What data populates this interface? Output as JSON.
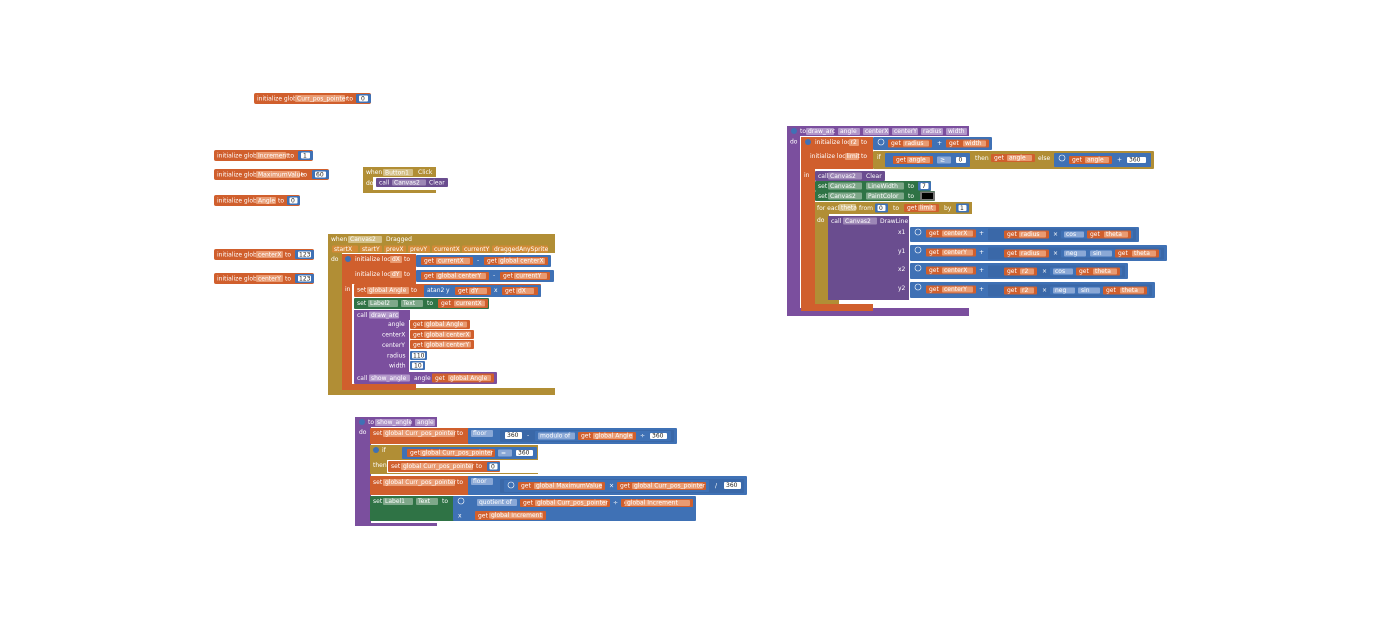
{
  "globals": [
    {
      "init": "initialize global",
      "name": "Curr_pos_pointer",
      "to": "to",
      "value": "0"
    },
    {
      "init": "initialize global",
      "name": "Increment",
      "to": "to",
      "value": "1"
    },
    {
      "init": "initialize global",
      "name": "MaximumValue",
      "to": "to",
      "value": "60"
    },
    {
      "init": "initialize global",
      "name": "Angle",
      "to": "to",
      "value": "0"
    },
    {
      "init": "initialize global",
      "name": "centerX",
      "to": "to",
      "value": "123"
    },
    {
      "init": "initialize global",
      "name": "centerY",
      "to": "to",
      "value": "123"
    }
  ],
  "button_click": {
    "when": "when",
    "component": "Button1",
    "event": "Click",
    "do": "do",
    "call": "call",
    "target": "Canvas2",
    "method": "Clear"
  },
  "dragged": {
    "when": "when",
    "component": "Canvas2",
    "event": "Dragged",
    "params": [
      "startX",
      "startY",
      "prevX",
      "prevY",
      "currentX",
      "currentY",
      "draggedAnySprite"
    ],
    "do": "do",
    "in": "in",
    "init_dX": {
      "label": "initialize local",
      "name": "dX",
      "to": "to",
      "get1": "currentX",
      "op": "-",
      "get2": "global centerX"
    },
    "init_dY": {
      "label": "initialize local",
      "name": "dY",
      "to": "to",
      "get1": "global centerY",
      "op": "-",
      "get2": "currentY"
    },
    "set_angle": {
      "set": "set",
      "name": "global Angle",
      "to": "to",
      "fn": "atan2",
      "y": "y",
      "x": "x",
      "gety": "dY",
      "getx": "dX"
    },
    "set_label": {
      "set": "set",
      "comp": "Label2",
      "prop": "Text",
      "to": "to",
      "get": "currentX"
    },
    "call_draw": {
      "call": "call",
      "proc": "draw_arc",
      "args": [
        {
          "k": "angle",
          "get": "global Angle"
        },
        {
          "k": "centerX",
          "get": "global centerX"
        },
        {
          "k": "centerY",
          "get": "global centerY"
        },
        {
          "k": "radius",
          "num": "110"
        },
        {
          "k": "width",
          "num": "10"
        }
      ]
    },
    "call_show": {
      "call": "call",
      "proc": "show_angle",
      "k": "angle",
      "get": "global Angle"
    }
  },
  "show_angle": {
    "to": "to",
    "proc": "show_angle",
    "param": "angle",
    "do": "do",
    "s1": {
      "set": "set",
      "name": "global Curr_pos_pointer",
      "to": "to",
      "fn": "floor",
      "n1": "360",
      "op": "-",
      "mod": "modulo of",
      "get": "global Angle",
      "div": "÷",
      "n2": "360"
    },
    "if": {
      "if": "if",
      "get": "global Curr_pos_pointer",
      "cmp": "=",
      "n": "360",
      "then": "then",
      "set": "set",
      "name": "global Curr_pos_pointer",
      "to": "to",
      "val": "0"
    },
    "s2": {
      "set": "set",
      "name": "global Curr_pos_pointer",
      "to": "to",
      "fn": "floor",
      "g1": "global MaximumValue",
      "mul": "×",
      "g2": "global Curr_pos_pointer",
      "div": "/",
      "n": "360"
    },
    "s3": {
      "set": "set",
      "comp": "Label1",
      "prop": "Text",
      "to": "to",
      "fn": "quotient of",
      "g1": "global Curr_pos_pointer",
      "div": "÷",
      "g2": "global Increment",
      "x": "x"
    }
  },
  "draw_arc": {
    "to": "to",
    "proc": "draw_arc",
    "params": [
      "angle",
      "centerX",
      "centerY",
      "radius",
      "width"
    ],
    "do": "do",
    "in": "in",
    "r2": {
      "label": "initialize local",
      "name": "r2",
      "to": "to",
      "g1": "radius",
      "op": "+",
      "g2": "width"
    },
    "limit": {
      "label": "initialize local",
      "name": "limit",
      "to": "to",
      "if": "if",
      "g": "angle",
      "cmp": "≥",
      "n": "0",
      "then": "then",
      "g2": "angle",
      "else": "else",
      "g3": "angle",
      "op": "+",
      "n2": "360"
    },
    "clear": {
      "call": "call",
      "comp": "Canvas2",
      "method": "Clear"
    },
    "lw": {
      "set": "set",
      "comp": "Canvas2",
      "prop": "LineWidth",
      "to": "to",
      "val": "7"
    },
    "pc": {
      "set": "set",
      "comp": "Canvas2",
      "prop": "PaintColor",
      "to": "to"
    },
    "loop": {
      "for": "for each",
      "var": "theta",
      "from": "from",
      "n0": "0",
      "to": "to",
      "get": "limit",
      "by": "by",
      "n1": "1",
      "do": "do"
    },
    "drawline": {
      "call": "call",
      "comp": "Canvas2",
      "method": "DrawLine",
      "x1": {
        "k": "x1",
        "g1": "centerX",
        "g2": "radius",
        "fn": "cos",
        "g3": "theta"
      },
      "y1": {
        "k": "y1",
        "g1": "centerY",
        "g2": "radius",
        "neg": "neg",
        "fn": "sin",
        "g3": "theta"
      },
      "x2": {
        "k": "x2",
        "g1": "centerX",
        "g2": "r2",
        "fn": "cos",
        "g3": "theta"
      },
      "y2": {
        "k": "y2",
        "g1": "centerY",
        "g2": "r2",
        "neg": "neg",
        "fn": "sin",
        "g3": "theta"
      }
    },
    "get": "get",
    "plus": "+",
    "times": "×"
  },
  "colors": {
    "variables": "#d05f2d",
    "procedures": "#7b4f9e",
    "control": "#b18e35",
    "math": "#3f71b5",
    "component": "#6a4d8f",
    "component_set": "#2f7345",
    "color_black": "#000000"
  }
}
